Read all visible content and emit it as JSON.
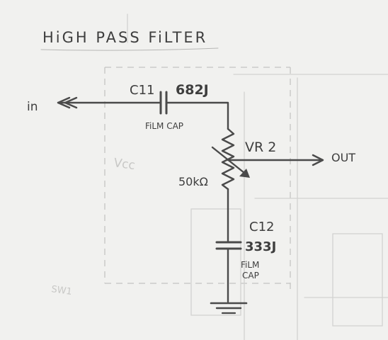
{
  "title": "HiGH PASS FiLTER",
  "input_label": "in",
  "output_label": "OUT",
  "components": {
    "c11": {
      "ref": "C11",
      "value": "682J",
      "note": "FiLM CAP"
    },
    "vr2": {
      "ref": "VR 2",
      "value": "50kΩ"
    },
    "c12": {
      "ref": "C12",
      "value": "333J",
      "note_line1": "FiLM",
      "note_line2": "CAP"
    }
  },
  "background_faint_text": {
    "vcc": "Vcc",
    "sw": "SW1"
  },
  "colors": {
    "paper": "#f1f1ef",
    "pencil": "#4a4a4a",
    "bleed_through": "#d2d2d0"
  }
}
